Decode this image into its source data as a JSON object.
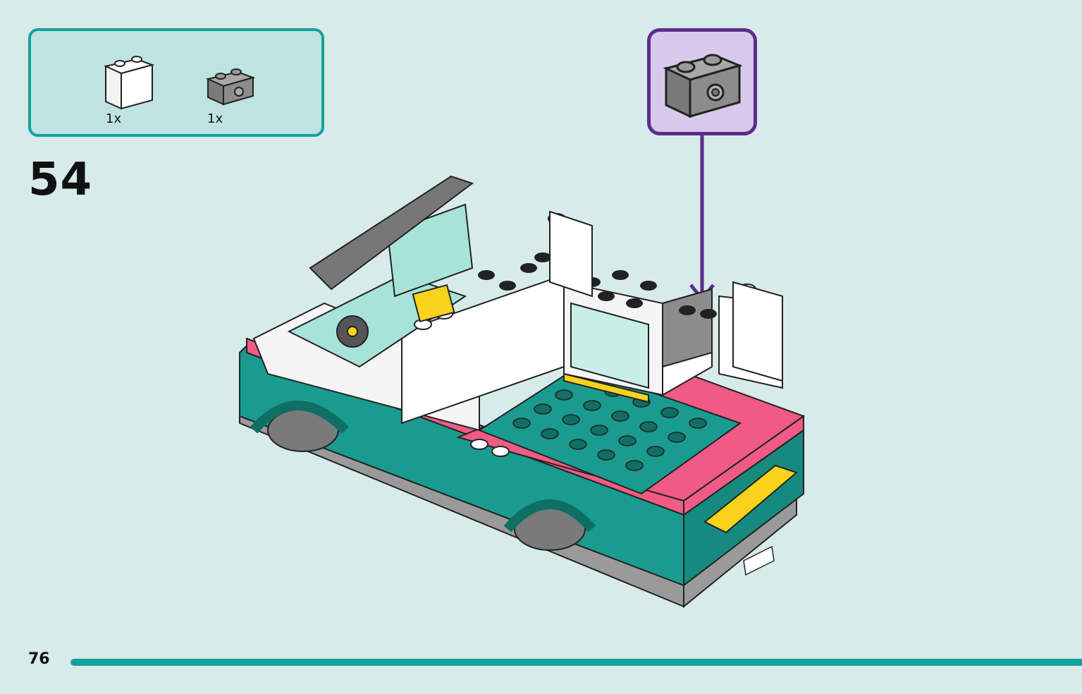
{
  "page": {
    "step_number": "54",
    "page_number": "76"
  },
  "parts_list": [
    {
      "name": "white-brick-1x2x2",
      "color": "#ffffff",
      "qty": "1x"
    },
    {
      "name": "dark-gray-technic-brick-1x2",
      "color": "#8c8c8c",
      "qty": "1x"
    }
  ],
  "callout": {
    "part": "dark-gray-technic-brick-1x2",
    "color": "#8c8c8c",
    "border_color": "#5b2c8a"
  },
  "colors": {
    "background": "#d7ebea",
    "parts_box_border": "#11a29c",
    "parts_box_fill": "#bfe3e1",
    "teal": "#1a9b8f",
    "pink": "#ef5b84",
    "yellow": "#f8d21c"
  }
}
